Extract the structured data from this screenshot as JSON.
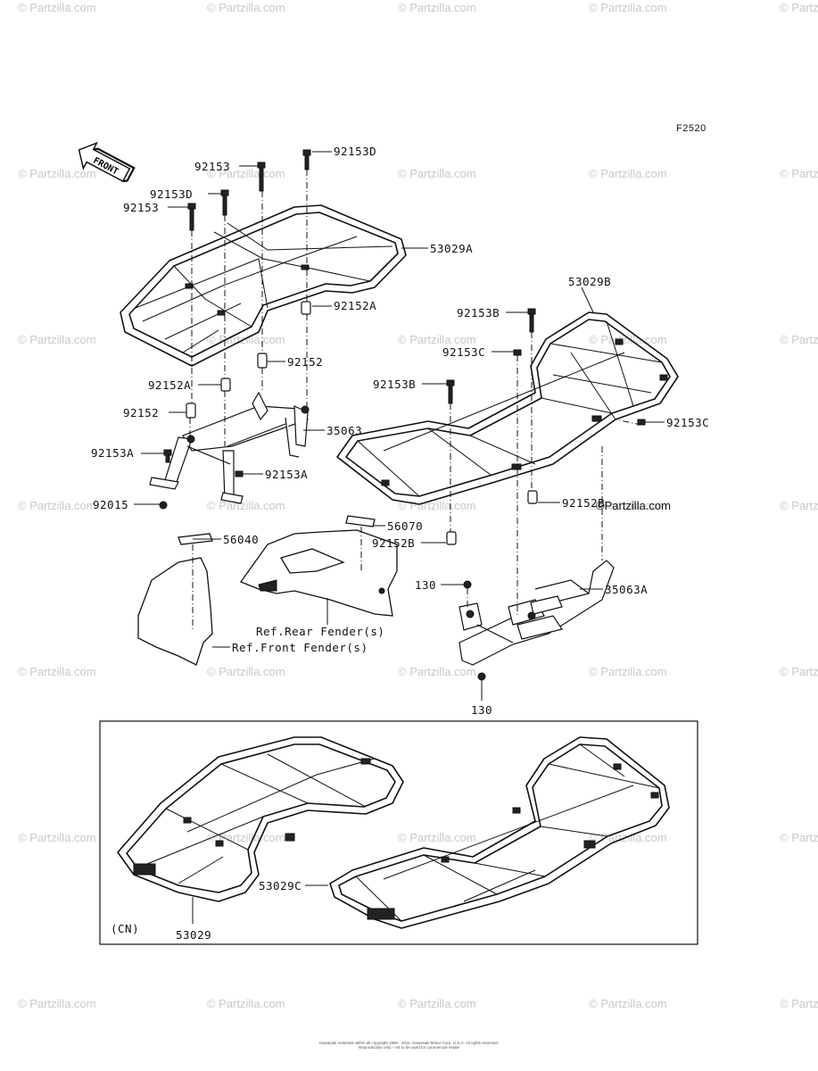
{
  "figure_code": "F2520",
  "front_indicator": "FRONT",
  "watermark": "© Partzilla.com",
  "watermark_featured": "©Partzilla.com",
  "variant_note": "(CN)",
  "labels": {
    "p92153_top": "92153",
    "p92153D_top": "92153D",
    "p92153D_left": "92153D",
    "p92153_left": "92153",
    "p53029A": "53029A",
    "p92152A_right": "92152A",
    "p92152_mid": "92152",
    "p92152A_left": "92152A",
    "p92152_left": "92152",
    "p35063": "35063",
    "p92153A_left": "92153A",
    "p92153A_right": "92153A",
    "p92015": "92015",
    "p56040": "56040",
    "p56070": "56070",
    "p92152B_left": "92152B",
    "p92152B_right": "92152B",
    "p53029B": "53029B",
    "p92153B_top": "92153B",
    "p92153C_top": "92153C",
    "p92153B_left": "92153B",
    "p92153C_right": "92153C",
    "p130_top": "130",
    "p35063A": "35063A",
    "p130_bottom": "130",
    "rear_fender_ref": "Ref.Rear Fender(s)",
    "front_fender_ref": "Ref.Front Fender(s)",
    "p53029": "53029",
    "p53029C": "53029C"
  },
  "copyright_lines": [
    "Kawasaki materials within all copyright 1995 - 2011, Kawasaki Motor Corp. U.S.A. All rights reserved.",
    "Reproduction only - not to be used for commercial resale"
  ]
}
